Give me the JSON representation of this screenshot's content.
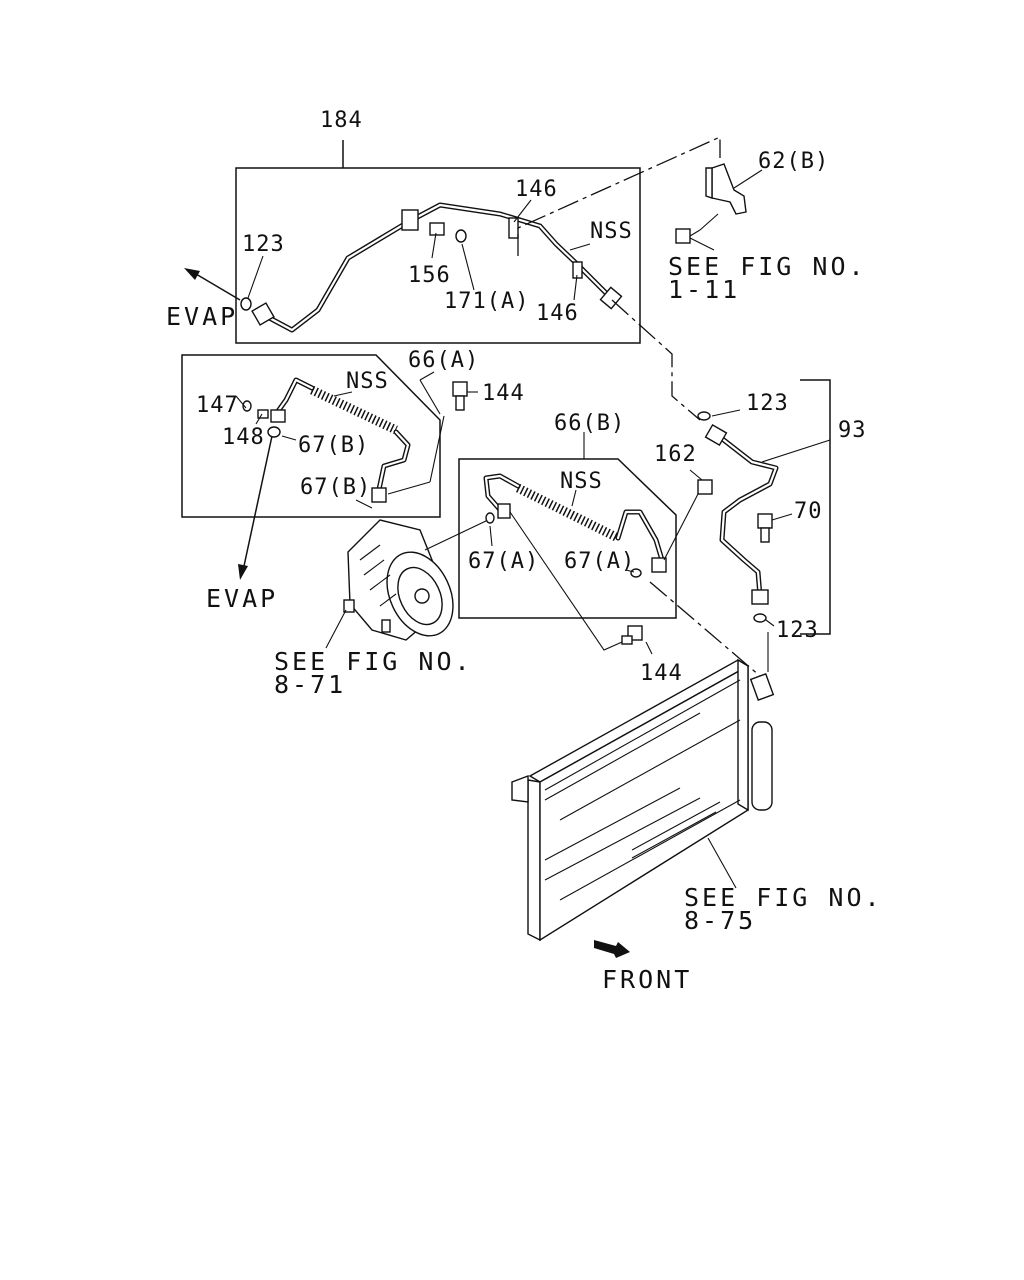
{
  "labels": {
    "p184": "184",
    "p123_a": "123",
    "evap_top": "EVAP",
    "p146_top": "146",
    "nss_top": "NSS",
    "p156": "156",
    "p171a": "171(A)",
    "p146_bot": "146",
    "p62b": "62(B)",
    "see_fig_1_11_a": "SEE FIG NO.",
    "see_fig_1_11_b": "1-11",
    "p66a": "66(A)",
    "nss_left": "NSS",
    "p144_top": "144",
    "p147": "147",
    "p148": "148",
    "p67b_a": "67(B)",
    "p67b_b": "67(B)",
    "evap_left": "EVAP",
    "see_fig_8_71_a": "SEE FIG NO.",
    "see_fig_8_71_b": "8-71",
    "p66b": "66(B)",
    "nss_mid": "NSS",
    "p162": "162",
    "p67a_a": "67(A)",
    "p67a_b": "67(A)",
    "p144_bot": "144",
    "p123_b": "123",
    "p93": "93",
    "p70": "70",
    "p123_c": "123",
    "see_fig_8_75_a": "SEE FIG NO.",
    "see_fig_8_75_b": "8-75",
    "front": "FRONT"
  }
}
